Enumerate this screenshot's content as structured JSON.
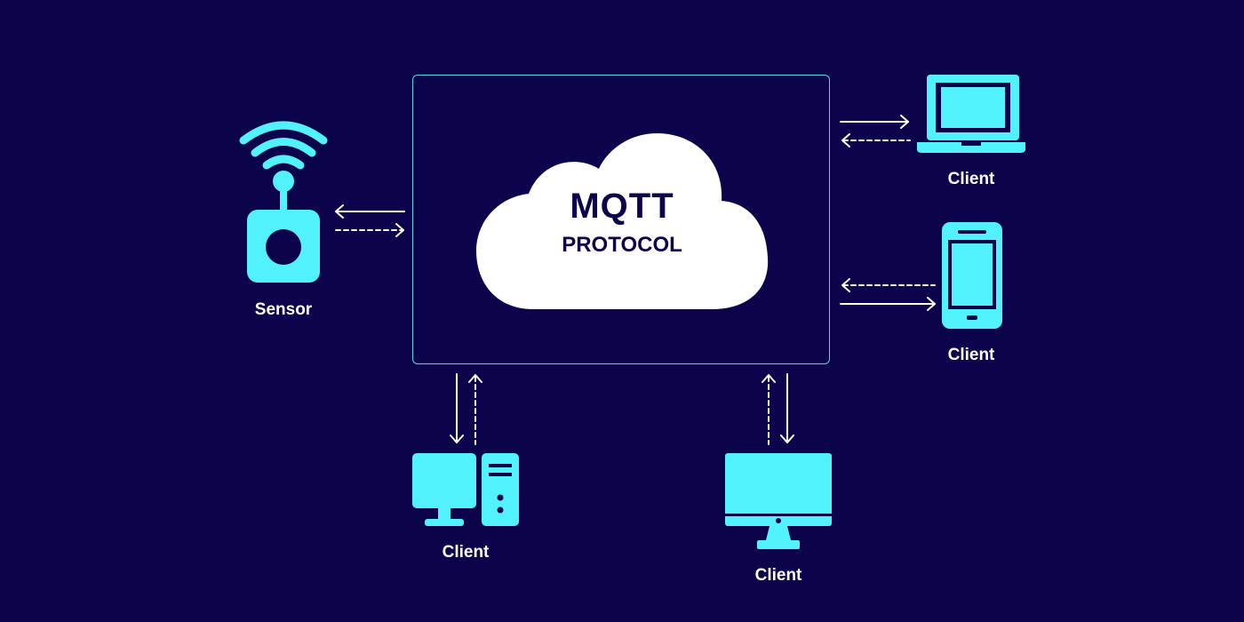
{
  "broker": {
    "title": "MQTT",
    "subtitle": "PROTOCOL"
  },
  "nodes": {
    "sensor": {
      "label": "Sensor",
      "icon": "wifi-sensor-icon"
    },
    "laptop": {
      "label": "Client",
      "icon": "laptop-icon"
    },
    "phone": {
      "label": "Client",
      "icon": "smartphone-icon"
    },
    "desktop_pc": {
      "label": "Client",
      "icon": "desktop-pc-icon"
    },
    "monitor": {
      "label": "Client",
      "icon": "monitor-icon"
    }
  },
  "colors": {
    "background": "#0b034c",
    "accent": "#52f2fd",
    "cloud": "#ffffff",
    "frame": "#4fd9e6",
    "arrow": "#ffffff"
  }
}
